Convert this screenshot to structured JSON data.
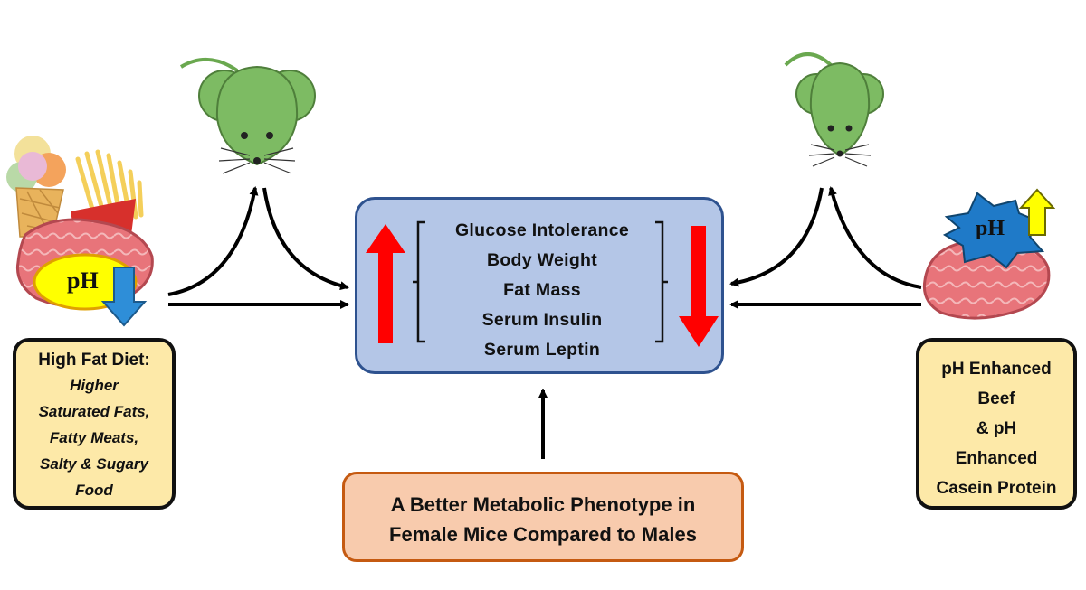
{
  "center_box": {
    "items": [
      "Glucose Intolerance",
      "Body Weight",
      "Fat Mass",
      "Serum Insulin",
      "Serum Leptin"
    ],
    "left_arrow_color": "#ff0000",
    "right_arrow_color": "#ff0000"
  },
  "left_panel": {
    "ph_label": "pH",
    "box_title": "High Fat Diet:",
    "box_lines": [
      "Higher",
      "Saturated Fats,",
      "Fatty Meats,",
      "Salty & Sugary",
      "Food"
    ]
  },
  "right_panel": {
    "ph_label": "pH",
    "box_lines": [
      "pH Enhanced",
      "Beef",
      "& pH",
      "Enhanced",
      "Casein Protein"
    ]
  },
  "bottom_box": {
    "lines": [
      "A Better Metabolic Phenotype in",
      "Female Mice Compared to Males"
    ]
  },
  "icons": [
    "mouse-icon",
    "food-icon",
    "steak-icon",
    "ph-down-arrow-icon",
    "ph-up-arrow-icon"
  ],
  "colors": {
    "mouse": "#7dbb63",
    "center_fill": "#b4c6e7",
    "yellow_box": "#fde9a8",
    "bottom_fill": "#f8cbad",
    "ph_oval": "#ffff00",
    "ph_star": "#1f7ac8",
    "down_arrow": "#2e8ed8"
  }
}
